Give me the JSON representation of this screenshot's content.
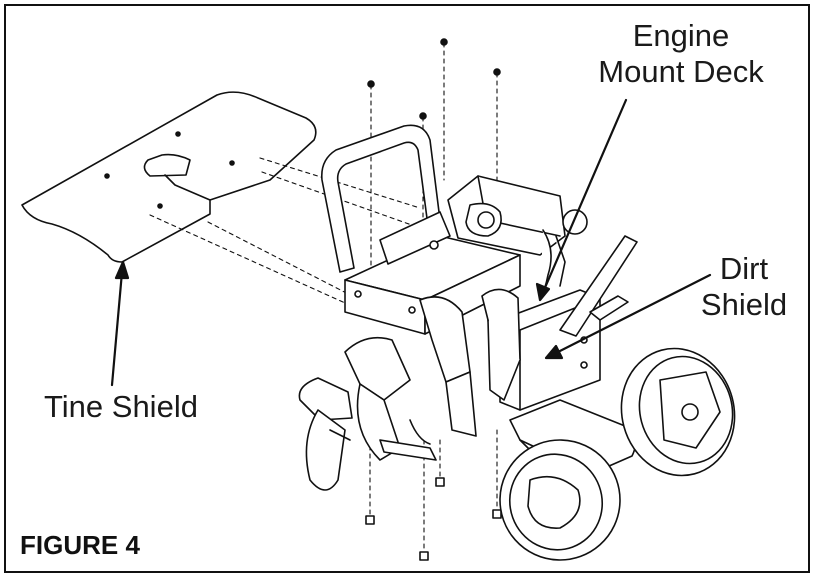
{
  "figure": {
    "caption": "FIGURE 4",
    "labels": {
      "engine_mount_deck": [
        "Engine",
        "Mount Deck"
      ],
      "dirt_shield": [
        "Dirt",
        "Shield"
      ],
      "tine_shield": "Tine Shield"
    }
  },
  "colors": {
    "ink": "#111111",
    "background": "#ffffff"
  }
}
